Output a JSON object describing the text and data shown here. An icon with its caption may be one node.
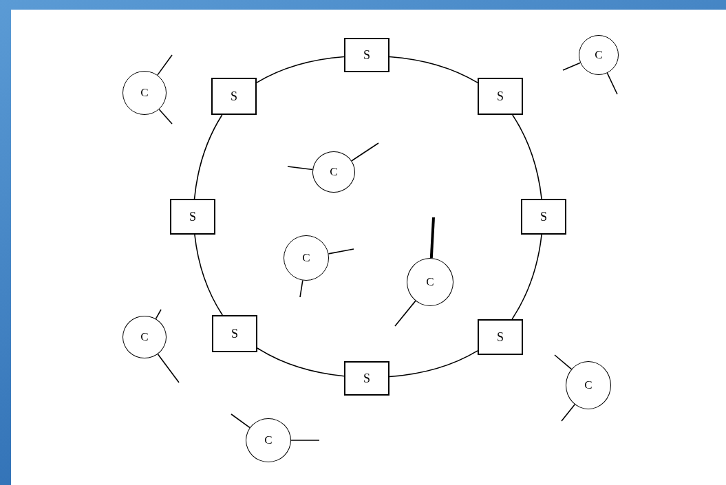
{
  "diagram": {
    "nodes": [
      {
        "text": [
          "S"
        ]
      },
      {
        "text": [
          "S"
        ]
      },
      {
        "text": [
          "S"
        ]
      },
      {
        "text": [
          "C"
        ]
      },
      {
        "text": [
          "C"
        ]
      },
      {
        "text": [
          "C"
        ]
      },
      {
        "text": [
          "S"
        ]
      },
      {
        "text": [
          "S"
        ]
      },
      {
        "text": [
          "C"
        ]
      },
      {
        "text": [
          "C"
        ]
      },
      {
        "text": [
          "S"
        ]
      },
      {
        "text": [
          "S"
        ]
      },
      {
        "text": [
          "C"
        ]
      },
      {
        "text": [
          "S"
        ]
      },
      {
        "text": [
          "C"
        ]
      },
      {
        "text": [
          "C"
        ]
      }
    ],
    "edges": [
      {
        "from": 0,
        "to": 1,
        "arrow": "none"
      },
      {
        "from": 0,
        "to": 2,
        "arrow": "none"
      },
      {
        "from": 1,
        "to": 6,
        "arrow": "none"
      },
      {
        "from": 2,
        "to": 7,
        "arrow": "none"
      },
      {
        "from": 6,
        "to": 10,
        "arrow": "none"
      },
      {
        "from": 7,
        "to": 11,
        "arrow": "none"
      },
      {
        "from": 10,
        "to": 13,
        "arrow": "none"
      },
      {
        "from": 11,
        "to": 13,
        "arrow": "none"
      }
    ]
  }
}
